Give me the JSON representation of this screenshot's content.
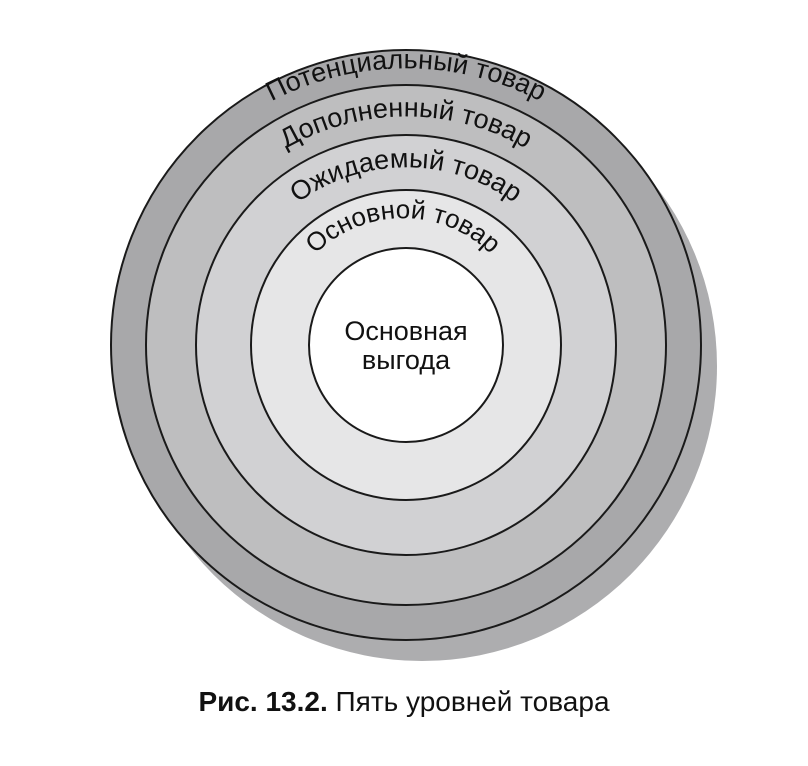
{
  "diagram": {
    "rings": [
      {
        "label": "Потенциальный товар",
        "fill": "#a8a8aa"
      },
      {
        "label": "Дополненный товар",
        "fill": "#bebebf"
      },
      {
        "label": "Ожидаемый товар",
        "fill": "#d1d1d3"
      },
      {
        "label": "Основной товар",
        "fill": "#e6e6e7"
      }
    ],
    "core": {
      "line1": "Основная",
      "line2": "выгода",
      "fill": "#ffffff"
    },
    "shadow_color": "#adadaf",
    "stroke_color": "#1a1a1a"
  },
  "caption": {
    "prefix": "Рис. 13.2.",
    "text": " Пять уровней товара"
  }
}
